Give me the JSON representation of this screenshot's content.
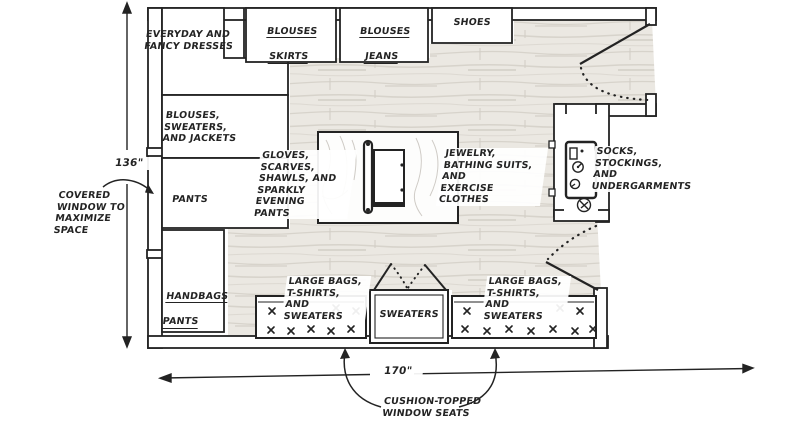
{
  "title": "Walk-in closet floor plan sketch",
  "colors": {
    "ink": "#232323",
    "paper": "#ffffff",
    "floor_base": "#ebe8e2",
    "floor_grain": "#d7d3cb"
  },
  "dimensions": {
    "height_label": "136\"",
    "width_label": "170\""
  },
  "annotations": {
    "covered_window": "COVERED\nWINDOW TO\nMAXIMIZE\nSPACE",
    "cushion_seats": "CUSHION-TOPPED\nWINDOW SEATS"
  },
  "closets": {
    "dresses": "EVERYDAY AND\nFANCY DRESSES",
    "blouses_skirts": {
      "line1": "BLOUSES",
      "line2": "SKIRTS"
    },
    "blouses_jeans": {
      "line1": "BLOUSES",
      "line2": "JEANS"
    },
    "shoes": "SHOES",
    "blouses_sweaters_jackets": "BLOUSES,\nSWEATERS,\nAND JACKETS",
    "pants": "PANTS",
    "handbags_pants": {
      "line1": "HANDBAGS",
      "line2": "PANTS"
    }
  },
  "areas": {
    "gloves": "GLOVES, SCARVES,\nSHAWLS, AND\nSPARKLY EVENING\nPANTS",
    "jewelry": "JEWELRY,\nBATHING SUITS,\nAND\nEXERCISE CLOTHES",
    "socks": "SOCKS,\nSTOCKINGS, AND\nUNDERGARMENTS",
    "window_seat_left": "LARGE BAGS,\nT-SHIRTS, AND\nSWEATERS",
    "sweaters_chest": "SWEATERS",
    "window_seat_right": "LARGE BAGS,\nT-SHIRTS, AND\nSWEATERS"
  }
}
